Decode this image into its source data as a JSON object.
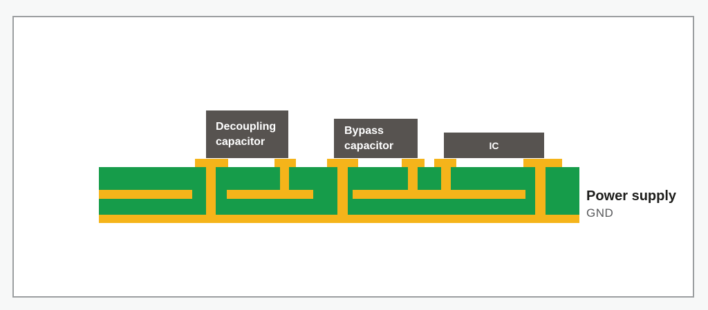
{
  "diagram": {
    "components": [
      {
        "id": "decoupling-capacitor",
        "line1": "Decoupling",
        "line2": "capacitor"
      },
      {
        "id": "bypass-capacitor",
        "line1": "Bypass",
        "line2": "capacitor"
      },
      {
        "id": "ic",
        "line1": "IC"
      }
    ],
    "annotations": {
      "power_supply": "Power supply",
      "gnd": "GND"
    },
    "colors": {
      "pcb_green": "#169c4a",
      "copper_yellow": "#f5b41a",
      "component_body_gray": "#575350",
      "component_text": "#ffffff",
      "power_supply_text": "#1d1d1b",
      "gnd_text": "#58595b",
      "frame_border": "#9b9ea0",
      "canvas_background": "#ffffff",
      "page_background": "#f7f8f8"
    }
  }
}
